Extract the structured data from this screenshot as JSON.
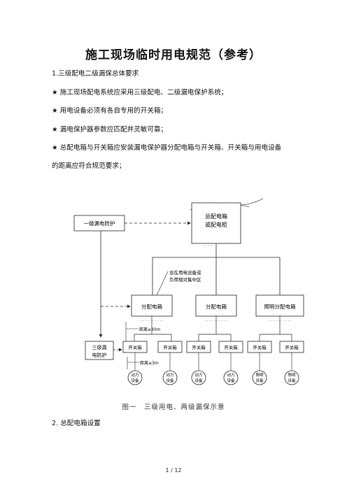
{
  "title": "施工现场临时用电规范（参考）",
  "lines": [
    "1.三级配电二级漏保总体要求",
    "★ 施工现场配电系统应采用三级配电、二级漏电保护系统；",
    "★ 用电设备必须有各自专用的开关箱；",
    "★ 漏电保护器参数应匹配并灵敏可靠；",
    "★ 总配电箱与开关箱应安装漏电保护器分配电箱与开关箱、开关箱与用电设备",
    "的距离应符合规范要求；"
  ],
  "diagram": {
    "level1": "一级漏电防护",
    "main_box": [
      "总配电箱",
      "或配电柜"
    ],
    "dots_main": "· · · ·",
    "note": [
      "设在用电设备或",
      "负荷相对集中区"
    ],
    "dist_boxes": [
      "分配电箱",
      "分配电箱",
      "照明分配电箱"
    ],
    "dist_dots": "· · · · · · · · · ·",
    "distance1": "距离≤30m",
    "distance2": "距离≤3m",
    "level2": [
      "三级漏",
      "电防护"
    ],
    "switch_label": "开关箱",
    "devices": [
      [
        "动力",
        "设备"
      ],
      [
        "动力",
        "设备"
      ],
      [
        "动力",
        "设备"
      ],
      [
        "动力",
        "设备"
      ],
      [
        "照明",
        "设备"
      ],
      [
        "照明",
        "设备"
      ]
    ]
  },
  "caption": "图一　三级用电、两级漏保示意",
  "section2": "2.   总配电箱设置",
  "page_number": "1 / 12"
}
